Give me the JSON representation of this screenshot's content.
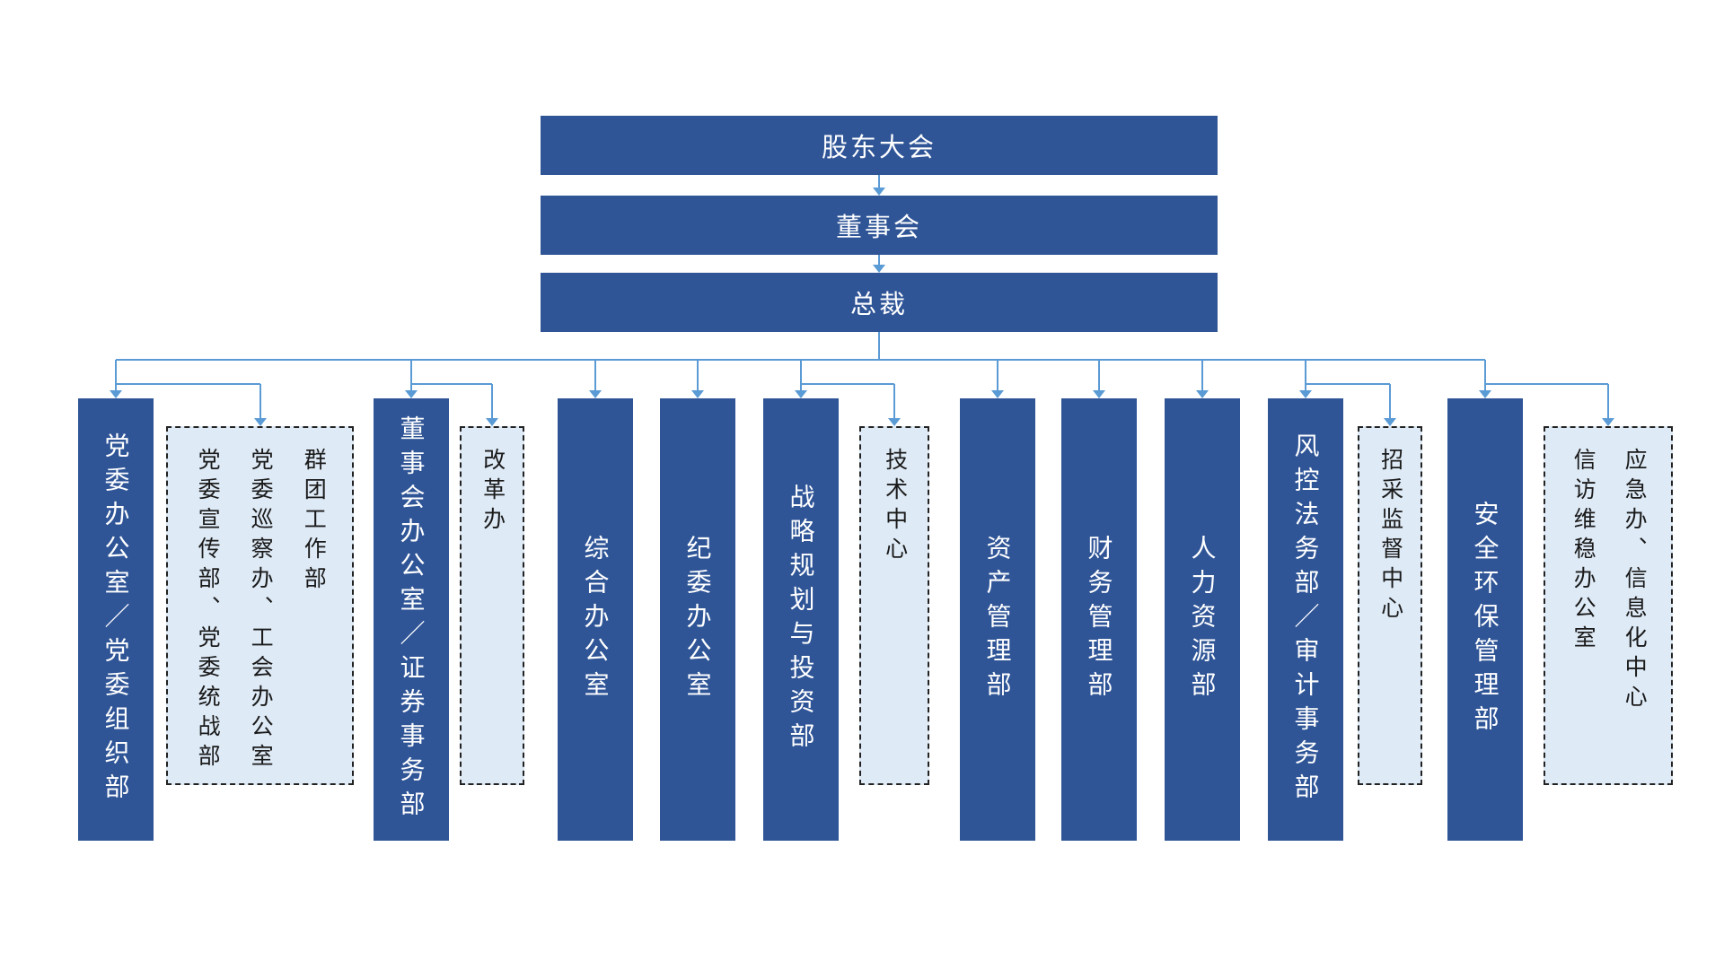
{
  "colors": {
    "box_blue": "#2F5597",
    "dashed_fill": "#DEEAF6",
    "line_blue": "#5B9BD5",
    "box_text": "#FFFFFF",
    "dashed_text": "#1A1A1A"
  },
  "hierarchy": [
    {
      "label": "股东大会"
    },
    {
      "label": "董事会"
    },
    {
      "label": "总裁"
    }
  ],
  "departments": {
    "party_office": {
      "label": "党委办公室／党委组织部",
      "style": "solid"
    },
    "party_group": {
      "style": "dashed",
      "cols": [
        "群团工作部",
        "党委巡察办、工会办公室",
        "党委宣传部、党委统战部"
      ]
    },
    "board_office": {
      "label": "董事会办公室／证券事务部",
      "style": "solid"
    },
    "reform_office": {
      "label": "改革办",
      "style": "dashed"
    },
    "general_office": {
      "label": "综合办公室",
      "style": "solid"
    },
    "discipline_office": {
      "label": "纪委办公室",
      "style": "solid"
    },
    "strategy_dept": {
      "label": "战略规划与投资部",
      "style": "solid"
    },
    "tech_center": {
      "label": "技术中心",
      "style": "dashed"
    },
    "asset_dept": {
      "label": "资产管理部",
      "style": "solid"
    },
    "finance_dept": {
      "label": "财务管理部",
      "style": "solid"
    },
    "hr_dept": {
      "label": "人力资源部",
      "style": "solid"
    },
    "risk_audit_dept": {
      "label": "风控法务部／审计事务部",
      "style": "solid"
    },
    "procurement_center": {
      "label": "招采监督中心",
      "style": "dashed"
    },
    "safety_dept": {
      "label": "安全环保管理部",
      "style": "solid"
    },
    "emergency_group": {
      "style": "dashed",
      "cols": [
        "应急办、信息化中心",
        "信访维稳办公室"
      ]
    }
  }
}
